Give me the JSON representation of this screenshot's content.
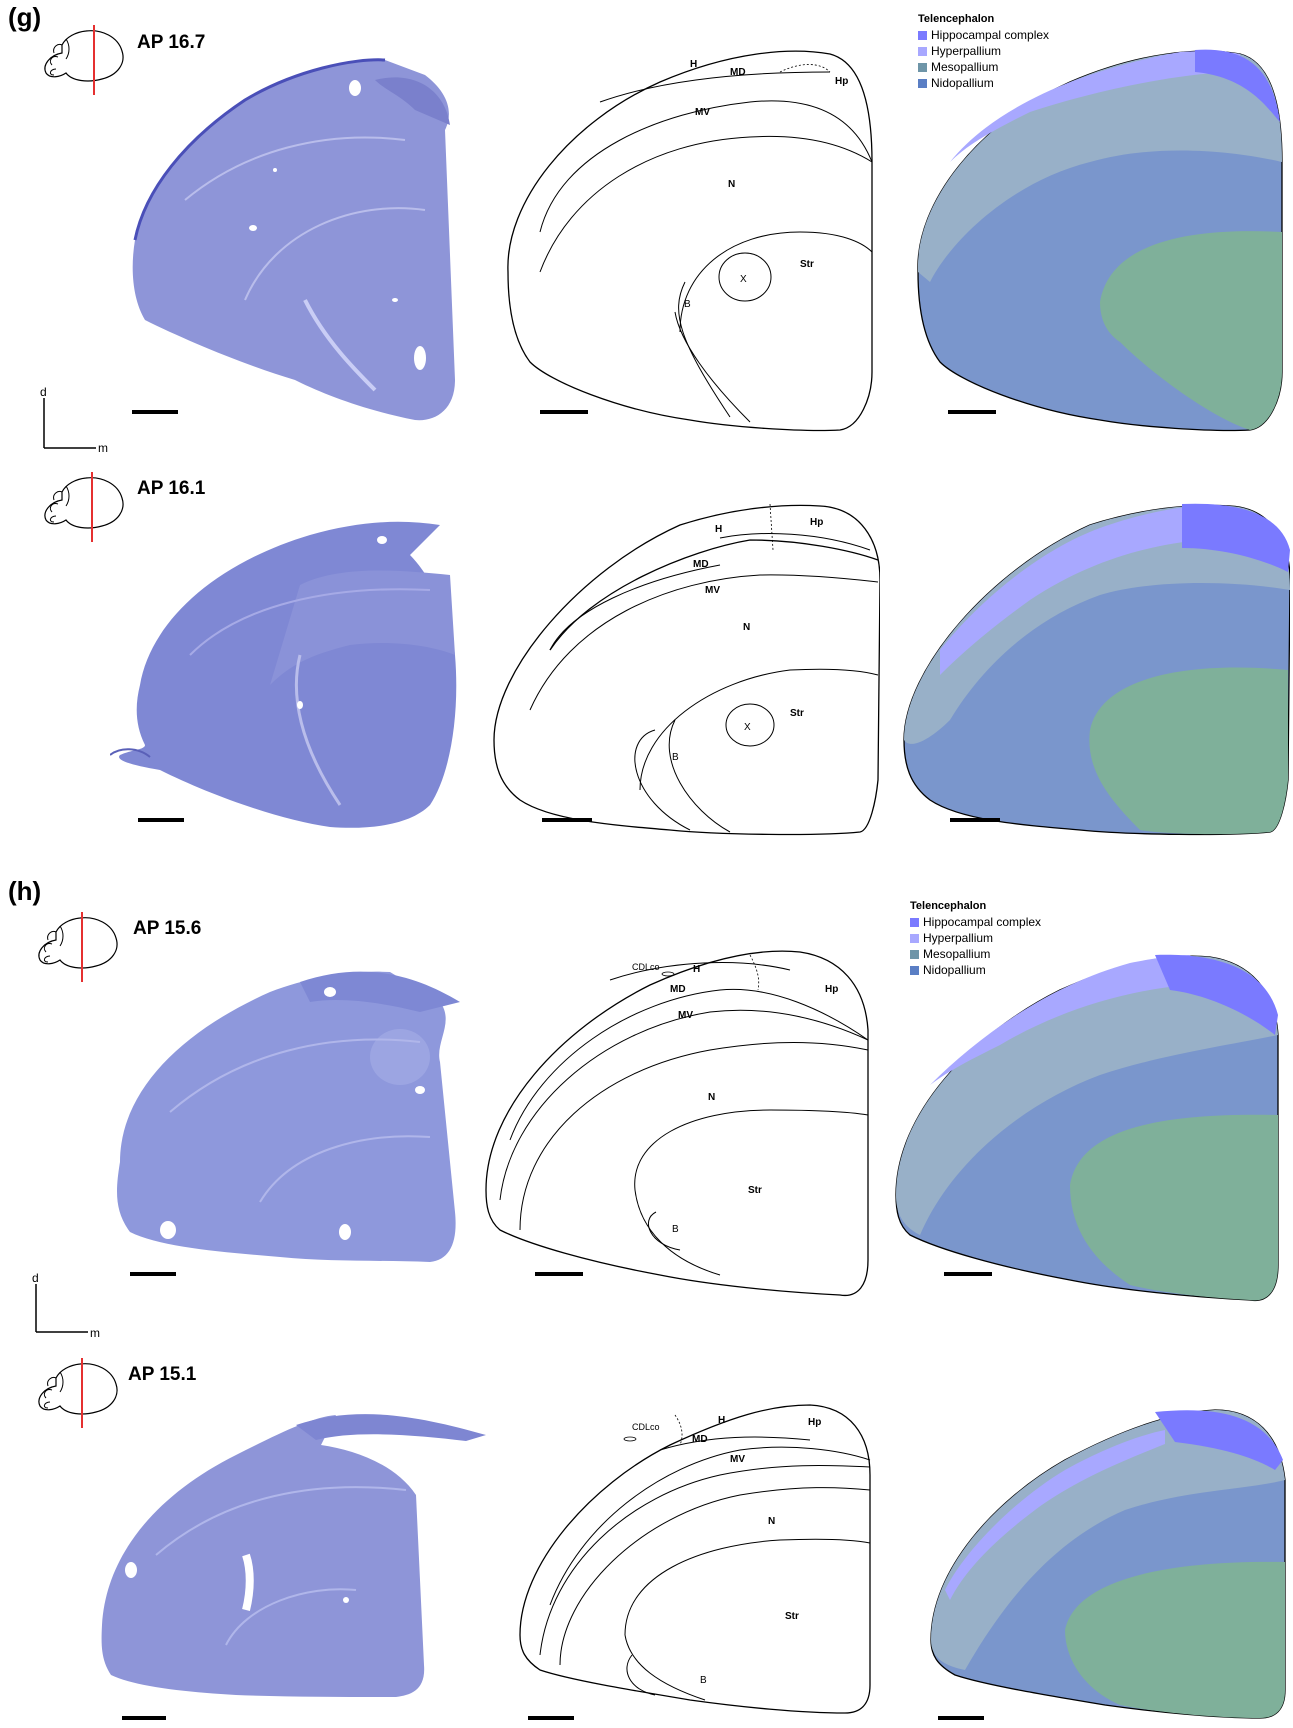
{
  "panels": {
    "g": {
      "letter": "(g)",
      "legend": {
        "title": "Telencephalon",
        "items": [
          {
            "label": "Hippocampal complex",
            "color": "#7a7aff"
          },
          {
            "label": "Hyperpallium",
            "color": "#a8a8ff"
          },
          {
            "label": "Mesopallium",
            "color": "#98b0c8"
          },
          {
            "label": "Nidopallium",
            "color": "#7a96cc"
          }
        ]
      },
      "axes": {
        "dorsal": "d",
        "medial": "m"
      },
      "sections": [
        {
          "ap": "AP 16.7",
          "regions": {
            "H": "H",
            "MD": "MD",
            "MV": "MV",
            "N": "N",
            "Str": "Str",
            "X": "X",
            "B": "B",
            "Hp": "Hp"
          }
        },
        {
          "ap": "AP 16.1",
          "regions": {
            "H": "H",
            "MD": "MD",
            "MV": "MV",
            "N": "N",
            "Str": "Str",
            "X": "X",
            "B": "B",
            "Hp": "Hp"
          }
        }
      ]
    },
    "h": {
      "letter": "(h)",
      "legend": {
        "title": "Telencephalon",
        "items": [
          {
            "label": "Hippocampal complex",
            "color": "#7a7aff"
          },
          {
            "label": "Hyperpallium",
            "color": "#a8a8ff"
          },
          {
            "label": "Mesopallium",
            "color": "#98b0c8"
          },
          {
            "label": "Nidopallium",
            "color": "#7a96cc"
          }
        ]
      },
      "axes": {
        "dorsal": "d",
        "medial": "m"
      },
      "sections": [
        {
          "ap": "AP 15.6",
          "regions": {
            "CDLco": "CDLco",
            "H": "H",
            "MD": "MD",
            "MV": "MV",
            "N": "N",
            "Str": "Str",
            "B": "B",
            "Hp": "Hp"
          }
        },
        {
          "ap": "AP 15.1",
          "regions": {
            "CDLco": "CDLco",
            "H": "H",
            "MD": "MD",
            "MV": "MV",
            "N": "N",
            "Str": "Str",
            "B": "B",
            "Hp": "Hp"
          }
        }
      ]
    }
  },
  "colors": {
    "nissl": "#8e95d8",
    "nissl_dark": "#4a4fb8",
    "striatum": "#7fb09a",
    "indicator_line": "#e53030"
  }
}
